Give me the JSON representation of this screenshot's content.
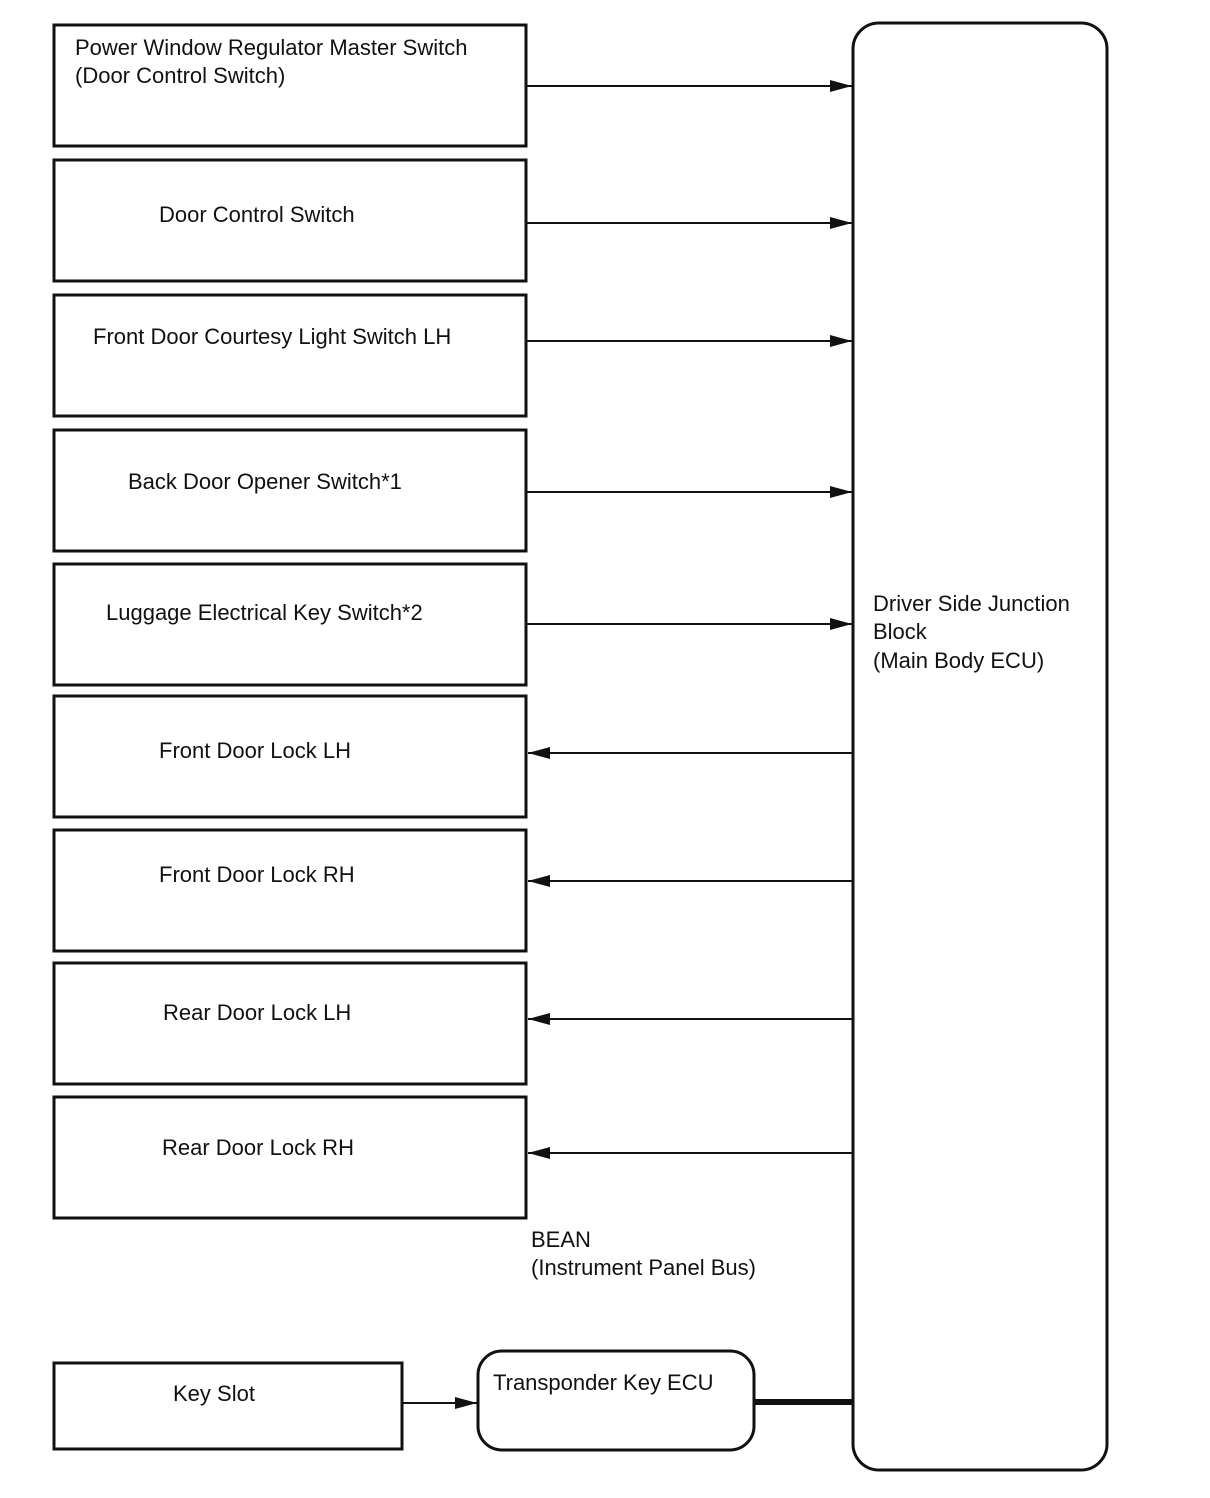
{
  "components": {
    "master_switch": {
      "lines": [
        "Power Window Regulator Master Switch",
        "(Door Control Switch)"
      ]
    },
    "door_control_switch": {
      "lines": [
        "Door Control Switch"
      ]
    },
    "courtesy_light_switch": {
      "lines": [
        "Front Door Courtesy Light Switch LH"
      ]
    },
    "back_door_opener": {
      "lines": [
        "Back Door Opener Switch*1"
      ]
    },
    "luggage_key_switch": {
      "lines": [
        "Luggage Electrical Key Switch*2"
      ]
    },
    "front_door_lock_lh": {
      "lines": [
        "Front Door Lock LH"
      ]
    },
    "front_door_lock_rh": {
      "lines": [
        "Front Door Lock RH"
      ]
    },
    "rear_door_lock_lh": {
      "lines": [
        "Rear Door Lock LH"
      ]
    },
    "rear_door_lock_rh": {
      "lines": [
        "Rear Door Lock RH"
      ]
    },
    "key_slot": {
      "lines": [
        "Key Slot"
      ]
    },
    "transponder_ecu": {
      "lines": [
        "Transponder Key ECU"
      ]
    },
    "main_body_ecu": {
      "lines": [
        "Driver Side Junction",
        "Block",
        "(Main Body ECU)"
      ]
    }
  },
  "bus_label": {
    "lines": [
      "BEAN",
      "(Instrument Panel Bus)"
    ]
  },
  "connections": [
    {
      "from": "master_switch",
      "to": "main_body_ecu"
    },
    {
      "from": "door_control_switch",
      "to": "main_body_ecu"
    },
    {
      "from": "courtesy_light_switch",
      "to": "main_body_ecu"
    },
    {
      "from": "back_door_opener",
      "to": "main_body_ecu"
    },
    {
      "from": "luggage_key_switch",
      "to": "main_body_ecu"
    },
    {
      "from": "main_body_ecu",
      "to": "front_door_lock_lh"
    },
    {
      "from": "main_body_ecu",
      "to": "front_door_lock_rh"
    },
    {
      "from": "main_body_ecu",
      "to": "rear_door_lock_lh"
    },
    {
      "from": "main_body_ecu",
      "to": "rear_door_lock_rh"
    },
    {
      "from": "key_slot",
      "to": "transponder_ecu"
    },
    {
      "from": "transponder_ecu",
      "to": "main_body_ecu",
      "bus": "BEAN"
    }
  ],
  "colors": {
    "stroke": "#111111",
    "background": "#ffffff"
  }
}
